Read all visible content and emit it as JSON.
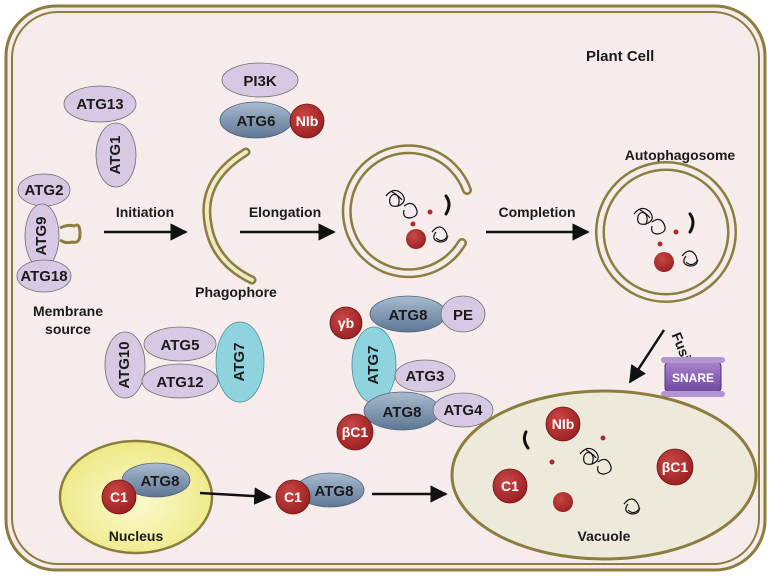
{
  "title": "Plant Cell",
  "steps": {
    "initiation": "Initiation",
    "elongation": "Elongation",
    "completion": "Completion",
    "fusion": "Fusion"
  },
  "compartments": {
    "membrane_source": [
      "Membrane",
      "source"
    ],
    "phagophore": "Phagophore",
    "autophagosome": "Autophagosome",
    "nucleus": "Nucleus",
    "vacuole": "Vacuole"
  },
  "proteins": {
    "atg13": "ATG13",
    "atg1": "ATG1",
    "atg2": "ATG2",
    "atg9": "ATG9",
    "atg18": "ATG18",
    "pi3k": "PI3K",
    "atg6": "ATG6",
    "nib_top": "NIb",
    "atg10": "ATG10",
    "atg5": "ATG5",
    "atg12": "ATG12",
    "atg7_left": "ATG7",
    "gamma_b": "γb",
    "atg8_pe": "ATG8",
    "pe": "PE",
    "atg7_mid": "ATG7",
    "atg3": "ATG3",
    "atg8_lower": "ATG8",
    "atg4": "ATG4",
    "beta_c1": "βC1",
    "snare": "SNARE",
    "c1_nucleus": "C1",
    "atg8_nucleus": "ATG8",
    "c1_cyto": "C1",
    "atg8_cyto": "ATG8",
    "nib_vac": "NIb",
    "beta_c1_vac": "βC1",
    "c1_vac": "C1"
  },
  "colors": {
    "cell_wall": "#8b7d3e",
    "cytoplasm": "#f6ecec",
    "lavender": "#d7c9e3",
    "steel": "#7f96b0",
    "teal": "#8fd3de",
    "red": "#b02a2a",
    "nucleus": "#f3f0a8",
    "vacuole": "#eeeadb",
    "snare": "#8d62b8"
  }
}
